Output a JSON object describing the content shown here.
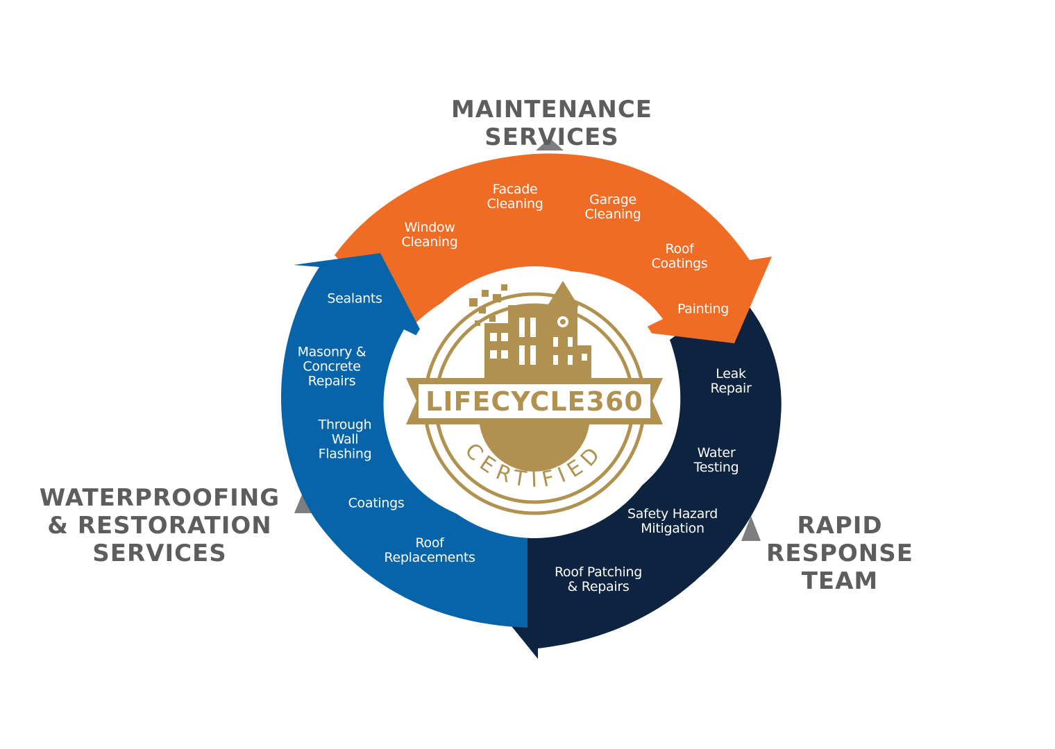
{
  "categories": {
    "maintenance": "MAINTENANCE SERVICES",
    "waterproofing": "WATERPROOFING\n& RESTORATION\nSERVICES",
    "rapid": "RAPID\nRESPONSE\nTEAM"
  },
  "maintenance_items": [
    "Facade\nCleaning",
    "Garage\nCleaning",
    "Window\nCleaning",
    "Roof\nCoatings",
    "Painting"
  ],
  "waterproofing_items": [
    "Sealants",
    "Masonry &\nConcrete\nRepairs",
    "Through\nWall\nFlashing",
    "Coatings",
    "Roof\nReplacements"
  ],
  "rapid_items": [
    "Leak\nRepair",
    "Water\nTesting",
    "Safety Hazard\nMitigation",
    "Roof Patching\n& Repairs"
  ],
  "logo": {
    "wordmark": "LIFECYCLE360",
    "seal_text": "CERTIFIED"
  },
  "colors": {
    "maintenance": "#f06b23",
    "waterproofing": "#0764a8",
    "rapid": "#0d2340",
    "gold": "#b0914f",
    "category_text": "#5d5d5f",
    "pointer": "#7e7e80"
  }
}
